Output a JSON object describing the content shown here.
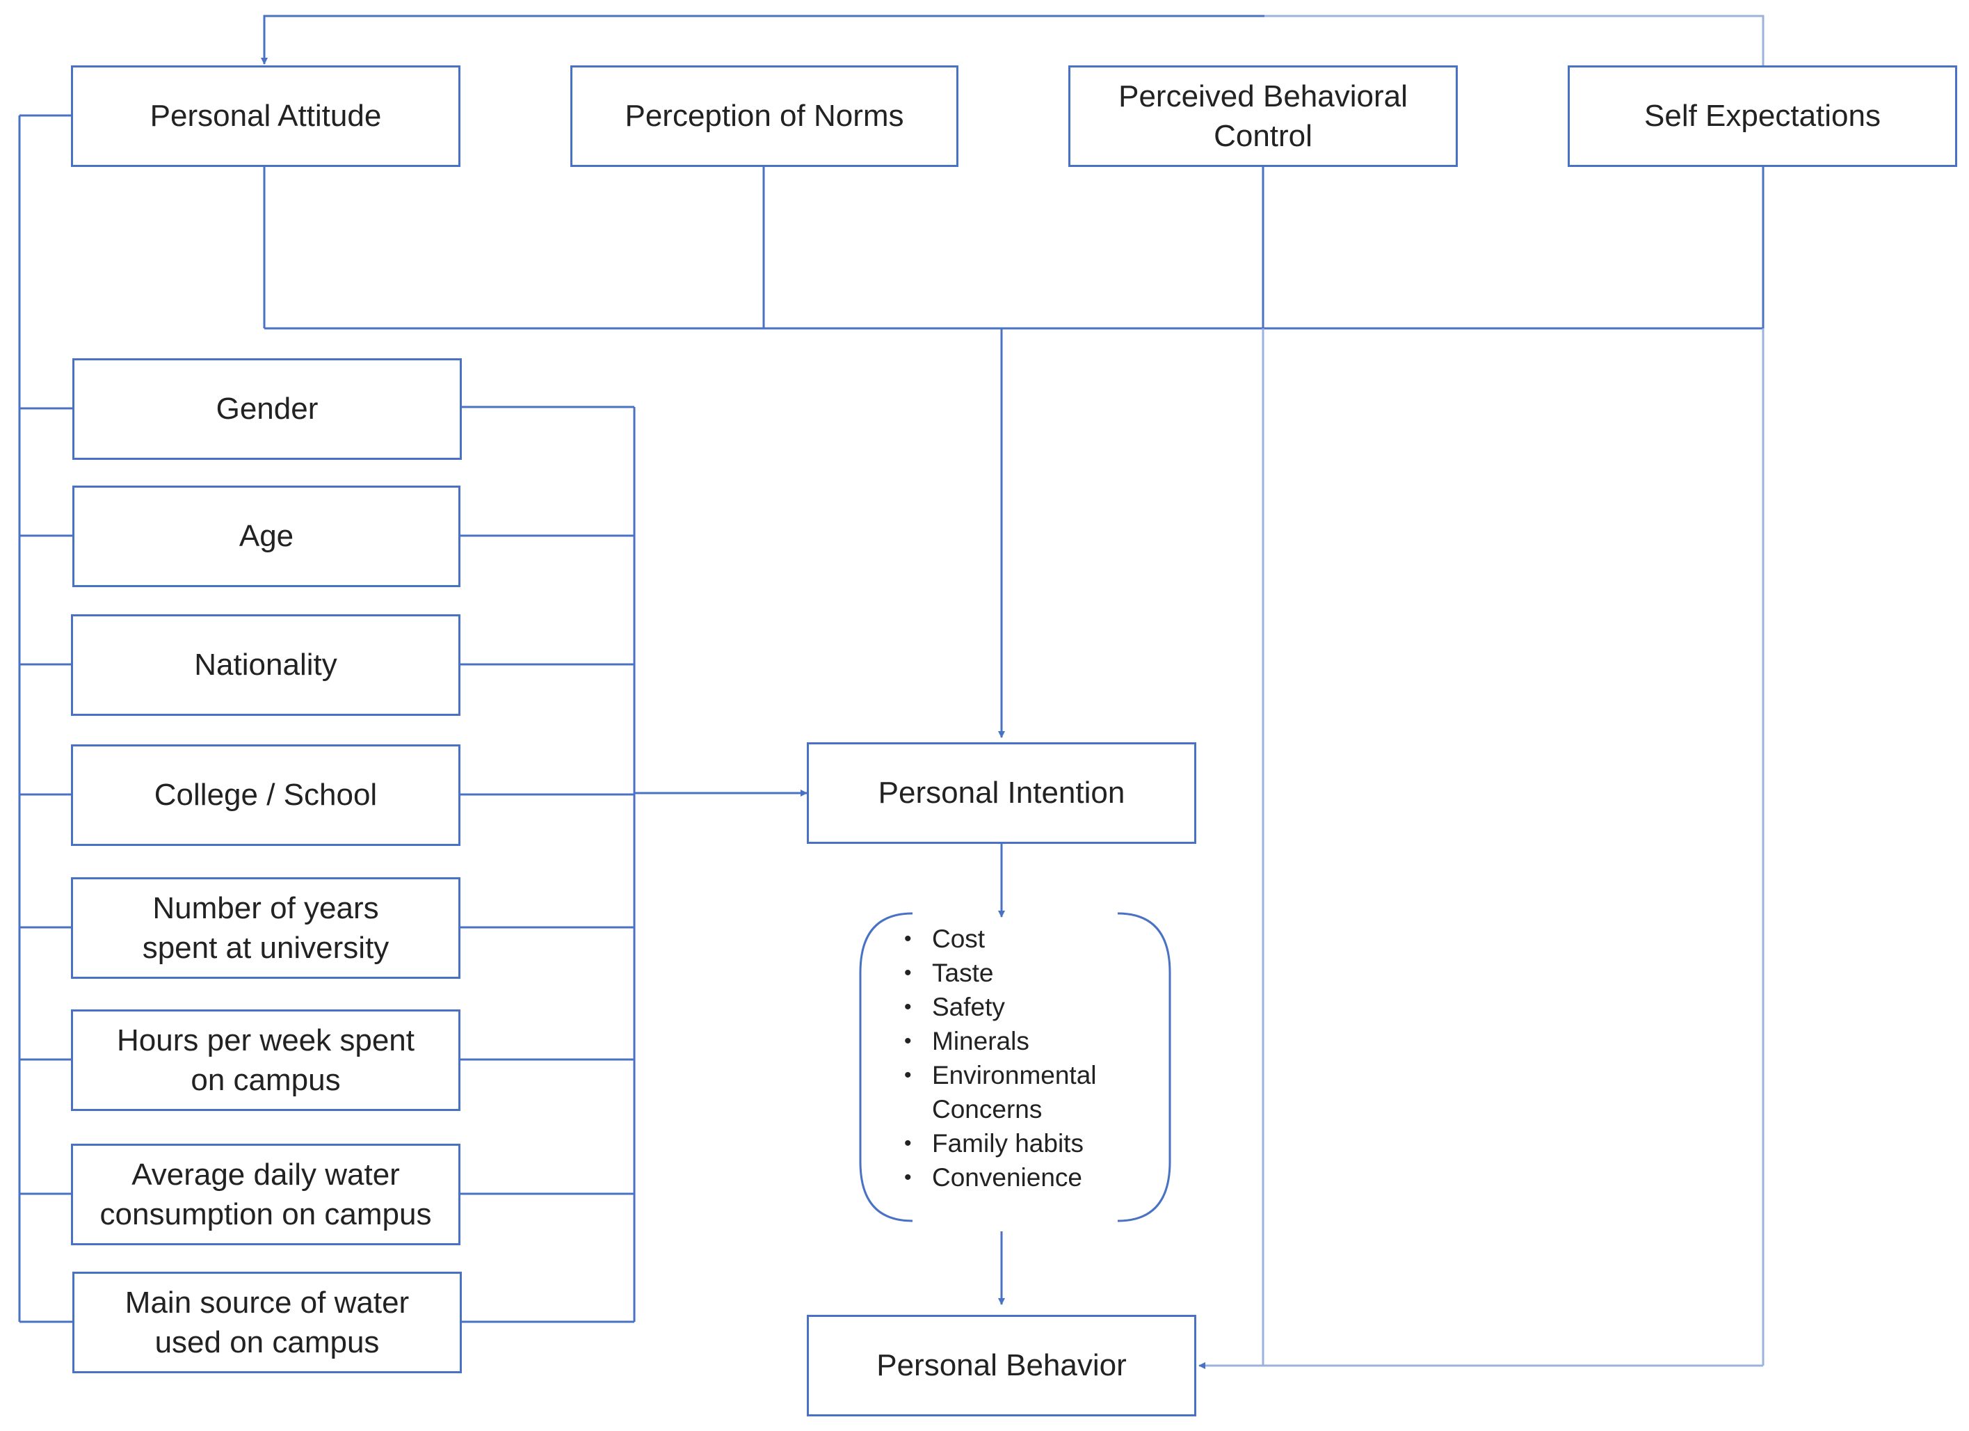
{
  "top_factors": [
    {
      "id": "personal-attitude",
      "label": "Personal Attitude"
    },
    {
      "id": "perception-of-norms",
      "label": "Perception of Norms"
    },
    {
      "id": "perceived-behavioral-control",
      "label": "Perceived Behavioral Control"
    },
    {
      "id": "self-expectations",
      "label": "Self Expectations"
    }
  ],
  "demographics": [
    {
      "id": "gender",
      "label": "Gender"
    },
    {
      "id": "age",
      "label": "Age"
    },
    {
      "id": "nationality",
      "label": "Nationality"
    },
    {
      "id": "college-school",
      "label": "College / School"
    },
    {
      "id": "years-at-university",
      "label": "Number of years spent at university"
    },
    {
      "id": "hours-on-campus",
      "label": "Hours per week spent on campus"
    },
    {
      "id": "water-consumption",
      "label": "Average daily water consumption on campus"
    },
    {
      "id": "water-source",
      "label": "Main source of water used on campus"
    }
  ],
  "intention": {
    "label": "Personal Intention"
  },
  "behavior": {
    "label": "Personal Behavior"
  },
  "influences": [
    "Cost",
    "Taste",
    "Safety",
    "Minerals",
    "Environmental Concerns",
    "Family habits",
    "Convenience"
  ],
  "colors": {
    "line": "#4a72c4",
    "line_light": "#9db1dd",
    "text": "#222222"
  }
}
